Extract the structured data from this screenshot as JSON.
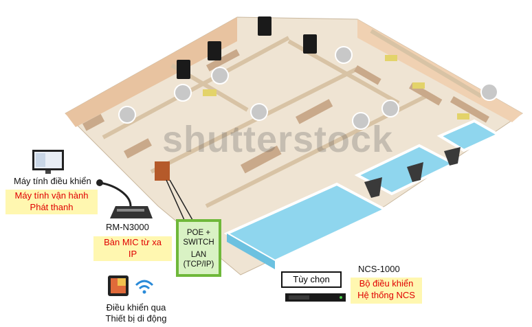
{
  "watermark": "shutterstock",
  "labels": {
    "pc_title": "Máy tính điều khiển",
    "pc_desc_1": "Máy tính vận hành",
    "pc_desc_2": "Phát thanh",
    "mic_model": "RM-N3000",
    "mic_desc_1": "Bàn MIC từ xa",
    "mic_desc_2": "IP",
    "switch_1": "POE +",
    "switch_2": "SWITCH",
    "switch_3": "LAN",
    "switch_4": "(TCP/IP)",
    "option": "Tùy chọn",
    "ncs_model": "NCS-1000",
    "ncs_desc_1": "Bộ điều khiển",
    "ncs_desc_2": "Hệ thống NCS",
    "mobile_1": "Điều khiển qua",
    "mobile_2": "Thiết bị di động"
  },
  "colors": {
    "red_text": "#e00000",
    "yellow_box": "#fff7b0",
    "green_border": "#6fb83a",
    "pool_water": "#8fd6ee"
  },
  "icons": [
    "computer-icon",
    "microphone-icon",
    "tablet-icon",
    "wifi-icon",
    "ncs-controller-icon",
    "ceiling-speaker-icon",
    "wall-speaker-icon",
    "horn-speaker-icon"
  ]
}
